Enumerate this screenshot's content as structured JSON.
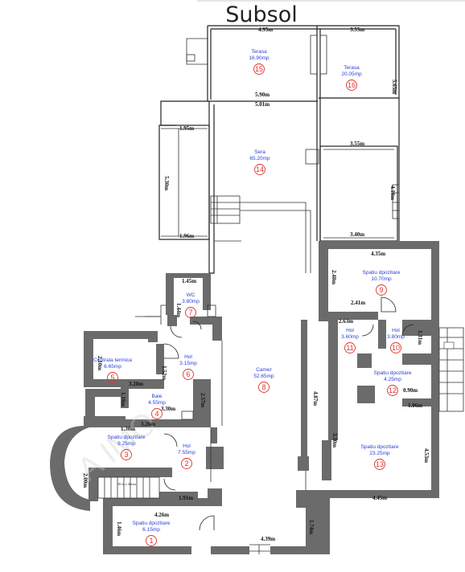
{
  "title": "Subsol",
  "watermark": "A IMO",
  "colors": {
    "room_label": "#2a3fd8",
    "room_number": "#e0322b",
    "wall": "#6b6b6b"
  },
  "rooms": [
    {
      "id": "r15",
      "name": "Terasa",
      "area": "16.90mp",
      "number": "15"
    },
    {
      "id": "r16",
      "name": "Terasa",
      "area": "20.05mp",
      "number": "16"
    },
    {
      "id": "r14",
      "name": "Sera",
      "area": "65.20mp",
      "number": "14"
    },
    {
      "id": "r9",
      "name": "Spatiu dpozitare",
      "area": "10.70mp",
      "number": "9"
    },
    {
      "id": "r7",
      "name": "WC",
      "area": "3.80mp",
      "number": "7"
    },
    {
      "id": "r11",
      "name": "Hol",
      "area": "3.60mp",
      "number": "11"
    },
    {
      "id": "r10",
      "name": "Hol",
      "area": "3.80mp",
      "number": "10"
    },
    {
      "id": "r5",
      "name": "Centrala termica",
      "area": "6.65mp",
      "number": "5"
    },
    {
      "id": "r6",
      "name": "Hol",
      "area": "3.15mp",
      "number": "6"
    },
    {
      "id": "r8",
      "name": "Camer",
      "area": "52.65mp",
      "number": "8"
    },
    {
      "id": "r12",
      "name": "Spatiu dpozitare",
      "area": "4.25mp",
      "number": "12"
    },
    {
      "id": "r4",
      "name": "Baie",
      "area": "4.55mp",
      "number": "4"
    },
    {
      "id": "r3",
      "name": "Spatiu dpozitare",
      "area": "9.25mp",
      "number": "3"
    },
    {
      "id": "r2",
      "name": "Hol",
      "area": "7.55mp",
      "number": "2"
    },
    {
      "id": "r13",
      "name": "Spatiu dpozitare",
      "area": "23.25mp",
      "number": "13"
    },
    {
      "id": "r1",
      "name": "Spatiu dpozitare",
      "area": "6.15mp",
      "number": "1"
    }
  ],
  "dimensions": [
    {
      "id": "d1",
      "text": "4.95m"
    },
    {
      "id": "d2",
      "text": "3.55m"
    },
    {
      "id": "d3",
      "text": "5.90m"
    },
    {
      "id": "d4",
      "text": "5.01m"
    },
    {
      "id": "d5",
      "text": "5.65m"
    },
    {
      "id": "d6",
      "text": "1.95m"
    },
    {
      "id": "d7",
      "text": "3.55m"
    },
    {
      "id": "d8",
      "text": "5.30m"
    },
    {
      "id": "d9",
      "text": "4.18m"
    },
    {
      "id": "d10",
      "text": "1.96m"
    },
    {
      "id": "d11",
      "text": "3.40m"
    },
    {
      "id": "d12",
      "text": "4.35m"
    },
    {
      "id": "d13",
      "text": "1.45m"
    },
    {
      "id": "d14",
      "text": "2.48m"
    },
    {
      "id": "d15",
      "text": "2.41m"
    },
    {
      "id": "d16",
      "text": "1.44m"
    },
    {
      "id": "d17",
      "text": "2.63m"
    },
    {
      "id": "d18",
      "text": "1.31m"
    },
    {
      "id": "d19",
      "text": "2.10m"
    },
    {
      "id": "d20",
      "text": "1.52m"
    },
    {
      "id": "d21",
      "text": "4.87m"
    },
    {
      "id": "d22",
      "text": "3.28m"
    },
    {
      "id": "d23",
      "text": "2.57m"
    },
    {
      "id": "d24",
      "text": "0.90m"
    },
    {
      "id": "d25",
      "text": "1.06m"
    },
    {
      "id": "d26",
      "text": "1.18m"
    },
    {
      "id": "d27",
      "text": "3.30m"
    },
    {
      "id": "d28",
      "text": "3.30m"
    },
    {
      "id": "d29",
      "text": "1.30m"
    },
    {
      "id": "d30",
      "text": "3.26m"
    },
    {
      "id": "d31",
      "text": "4.53m"
    },
    {
      "id": "d32",
      "text": "2.00m"
    },
    {
      "id": "d33",
      "text": "1.91m"
    },
    {
      "id": "d34",
      "text": "4.45m"
    },
    {
      "id": "d35",
      "text": "4.26m"
    },
    {
      "id": "d36",
      "text": "1.46m"
    },
    {
      "id": "d37",
      "text": "1.74m"
    },
    {
      "id": "d38",
      "text": "4.39m"
    }
  ],
  "stair_note": "10 tr x 26cm"
}
